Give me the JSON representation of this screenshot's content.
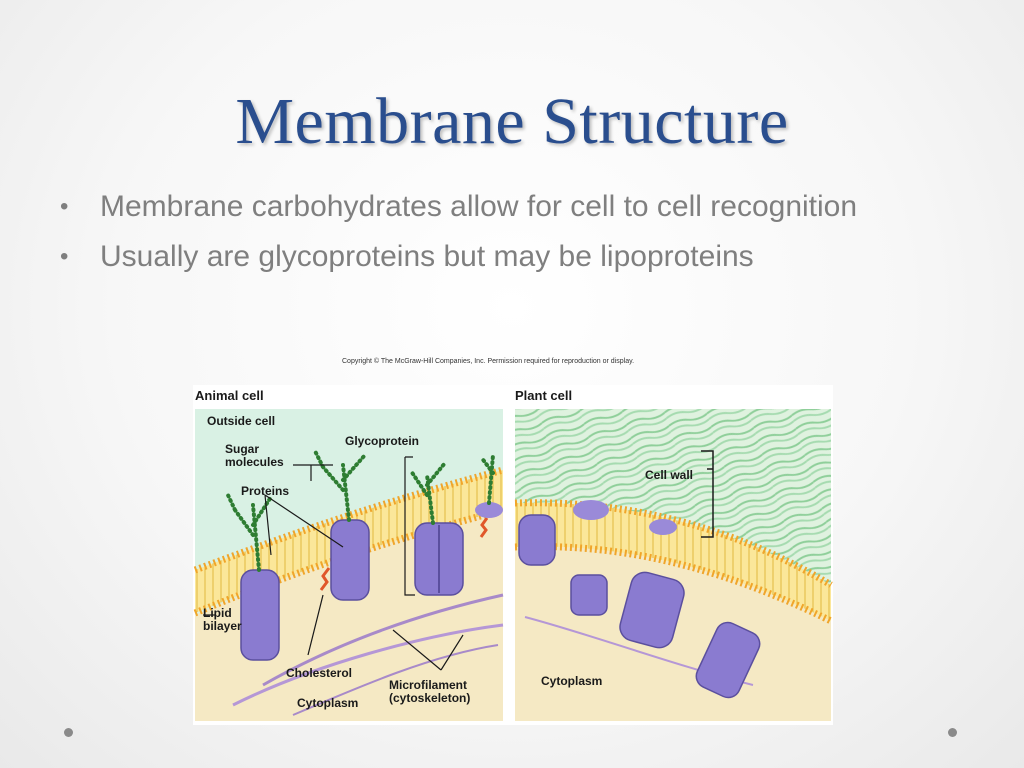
{
  "slide": {
    "title": "Membrane Structure",
    "bullets": [
      "Membrane carbohydrates allow for cell to cell recognition",
      "Usually are glycoproteins but may be lipoproteins"
    ],
    "bullet_glyph": "•"
  },
  "figure": {
    "copyright": "Copyright © The McGraw-Hill Companies, Inc. Permission required for reproduction or display.",
    "animal": {
      "title": "Animal cell",
      "outside": "Outside cell",
      "sugar": "Sugar\nmolecules",
      "glycoprotein": "Glycoprotein",
      "proteins": "Proteins",
      "lipid": "Lipid\nbilayer",
      "cholesterol": "Cholesterol",
      "microfilament": "Microfilament\n(cytoskeleton)",
      "cytoplasm": "Cytoplasm"
    },
    "plant": {
      "title": "Plant cell",
      "cell_wall": "Cell wall",
      "cytoplasm": "Cytoplasm"
    }
  },
  "colors": {
    "title": "#2a4e8e",
    "body_text": "#7f7f7f",
    "outside_cell": "#d9f1e4",
    "cytoplasm": "#f5e9c4",
    "membrane": "#f6b73c",
    "protein": "#8a7bd0",
    "sugar": "#2e7d32",
    "cell_wall": "#b9e3c4"
  }
}
